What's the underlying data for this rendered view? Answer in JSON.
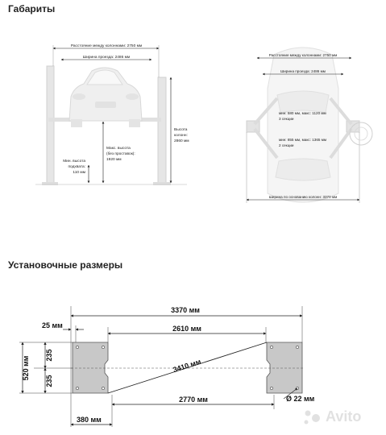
{
  "sections": {
    "dimensions_title": "Габариты",
    "install_title": "Установочные размеры"
  },
  "front_view": {
    "between_columns": "Расстояние между колоннами: 2750 мм",
    "drive_width": "Ширина проезда: 2486 мм",
    "column_height": [
      "Высота",
      "колонн:",
      "2860 мм"
    ],
    "max_height": [
      "Макс. высота",
      "(без проставок):",
      "1920 мм"
    ],
    "min_pad_height": [
      "Мин. высота",
      "подхвата:",
      "110 мм"
    ]
  },
  "top_view": {
    "between_columns": "Расстояние между колоннами: 2750 мм",
    "drive_width": "Ширина проезда: 2486 мм",
    "arm_3sec": [
      "мин: 580 мм, макс: 1120 мм",
      "3 секции"
    ],
    "arm_2sec": [
      "мин: 855 мм, макс: 1365 мм",
      "2 секции"
    ],
    "base_width": "Ширина по основанию колонн: 3370 мм"
  },
  "install": {
    "total": "3370 мм",
    "offset_left": "25 мм",
    "inner_top": "2610 мм",
    "diagonal": "3410 мм",
    "inner_bottom": "2770 мм",
    "base_left": "380 мм",
    "hole": "Ø 22 мм",
    "height_total": "520 мм",
    "half_top": "235",
    "half_bottom": "235"
  },
  "watermark": "Avito"
}
